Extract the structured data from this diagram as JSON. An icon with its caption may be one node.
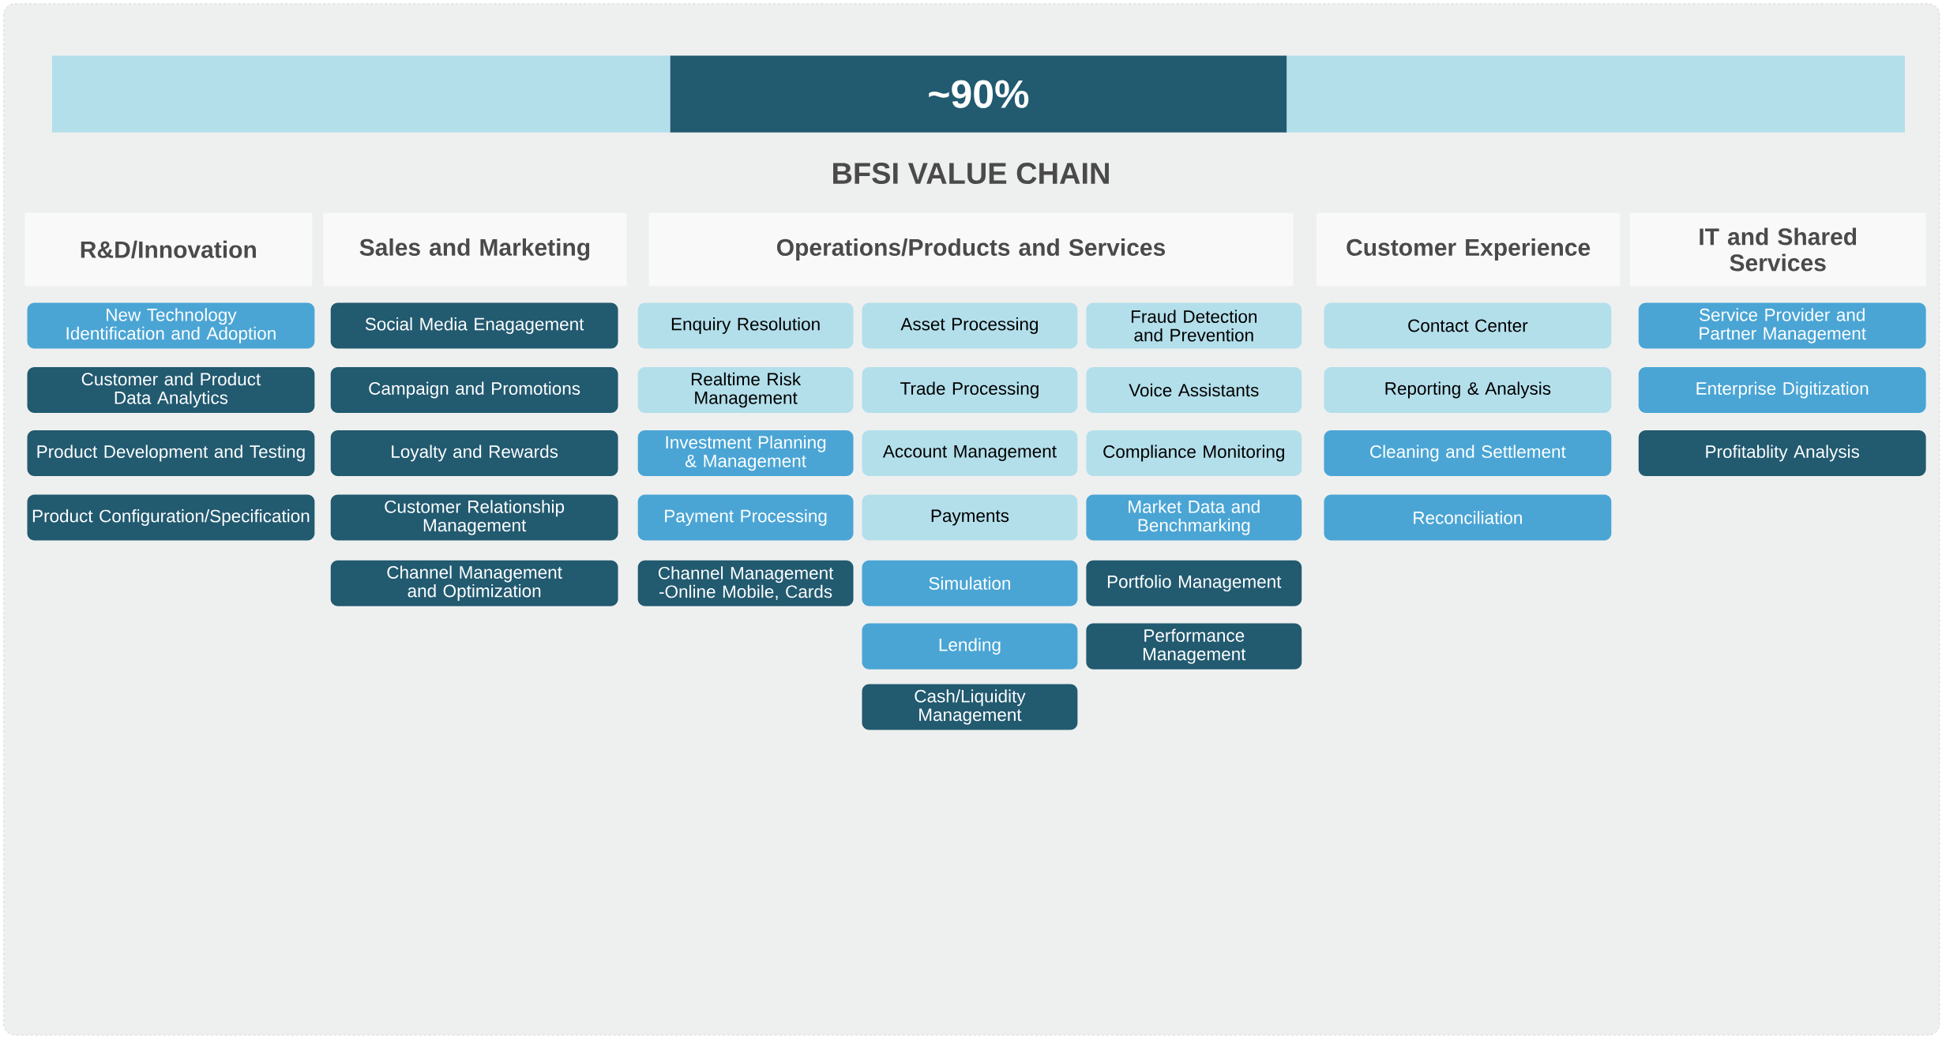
{
  "diagram": {
    "title": "BFSI VALUE CHAIN",
    "nodes": [
      {
        "text": [
          "~90%"
        ]
      },
      {
        "text": [
          "R&D/Innovation"
        ]
      },
      {
        "text": [
          "New Technology Identification and Adoption"
        ]
      },
      {
        "text": [
          "Customer and Product Data Analytics"
        ]
      },
      {
        "text": [
          "Product Development and Testing"
        ]
      },
      {
        "text": [
          "Product Configuration/Specification"
        ]
      },
      {
        "text": [
          "Sales and Marketing"
        ]
      },
      {
        "text": [
          "Social Media Enagagement"
        ]
      },
      {
        "text": [
          "Campaign and Promotions"
        ]
      },
      {
        "text": [
          "Loyalty and Rewards"
        ]
      },
      {
        "text": [
          "Customer Relationship Management"
        ]
      },
      {
        "text": [
          "Channel Management and Optimization"
        ]
      },
      {
        "text": [
          "Operations/Products and Services"
        ]
      },
      {
        "text": [
          "Enquiry Resolution"
        ]
      },
      {
        "text": [
          "Realtime Risk Management"
        ]
      },
      {
        "text": [
          "Investment Planning & Management"
        ]
      },
      {
        "text": [
          "Payment Processing"
        ]
      },
      {
        "text": [
          "Channel Management -Online Mobile, Cards"
        ]
      },
      {
        "text": [
          "Asset Processing"
        ]
      },
      {
        "text": [
          "Trade Processing"
        ]
      },
      {
        "text": [
          "Account Management"
        ]
      },
      {
        "text": [
          "Payments"
        ]
      },
      {
        "text": [
          "Simulation"
        ]
      },
      {
        "text": [
          "Lending"
        ]
      },
      {
        "text": [
          "Cash/Liquidity Management"
        ]
      },
      {
        "text": [
          "Fraud Detection and Prevention"
        ]
      },
      {
        "text": [
          "Voice Assistants"
        ]
      },
      {
        "text": [
          "Compliance Monitoring"
        ]
      },
      {
        "text": [
          "Market Data and Benchmarking"
        ]
      },
      {
        "text": [
          "Portfolio Management"
        ]
      },
      {
        "text": [
          "Performance Management"
        ]
      },
      {
        "text": [
          "Customer Experience"
        ]
      },
      {
        "text": [
          "Contact Center"
        ]
      },
      {
        "text": [
          "Reporting & Analysis"
        ]
      },
      {
        "text": [
          "Cleaning and Settlement"
        ]
      },
      {
        "text": [
          "Reconciliation"
        ]
      },
      {
        "text": [
          "IT and Shared Services"
        ]
      },
      {
        "text": [
          "Service Provider and Partner Management"
        ]
      },
      {
        "text": [
          "Enterprise Digitization"
        ]
      },
      {
        "text": [
          "Profitablity Analysis"
        ]
      },
      {
        "text": [],
        "shape": "bar"
      },
      {
        "text": [],
        "shape": "bar"
      }
    ]
  }
}
